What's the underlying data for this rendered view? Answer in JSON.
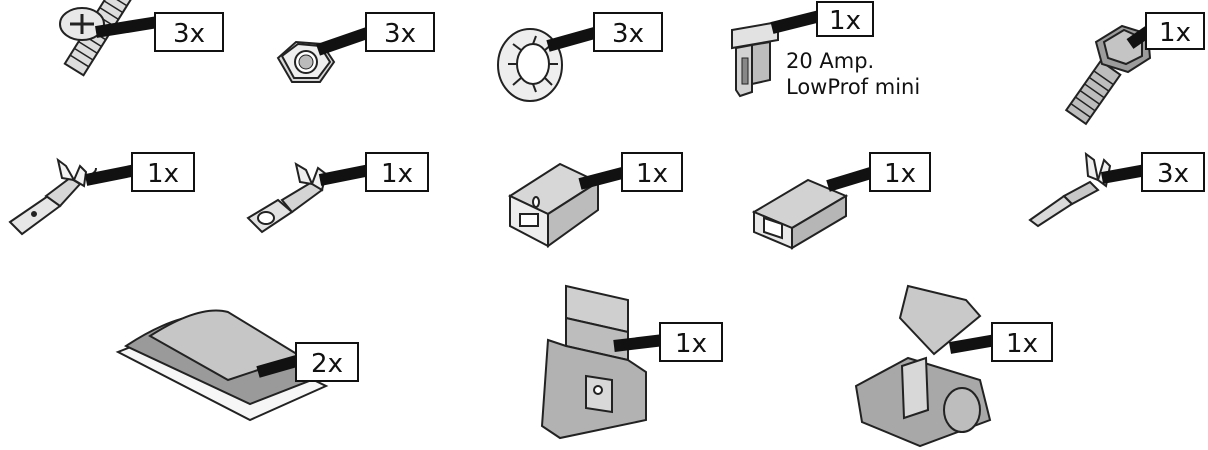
{
  "parts": [
    {
      "name": "screw",
      "qty": "3x"
    },
    {
      "name": "hex-nut",
      "qty": "3x"
    },
    {
      "name": "lock-washer",
      "qty": "3x"
    },
    {
      "name": "fuse",
      "qty": "1x",
      "note_line1": "20 Amp.",
      "note_line2": "LowProf mini"
    },
    {
      "name": "flange-bolt",
      "qty": "1x"
    },
    {
      "name": "terminal-male",
      "qty": "1x"
    },
    {
      "name": "terminal-female",
      "qty": "1x"
    },
    {
      "name": "connector-housing-a",
      "qty": "1x"
    },
    {
      "name": "connector-housing-b",
      "qty": "1x"
    },
    {
      "name": "crimp-pin",
      "qty": "3x"
    },
    {
      "name": "adhesive-pad",
      "qty": "2x"
    },
    {
      "name": "splice-connector-a",
      "qty": "1x"
    },
    {
      "name": "splice-connector-b",
      "qty": "1x"
    }
  ],
  "colors": {
    "line": "#222222",
    "part_fill": "#cfcfcf",
    "part_dark": "#8a8a8a",
    "badge_fill": "#ffffff"
  }
}
